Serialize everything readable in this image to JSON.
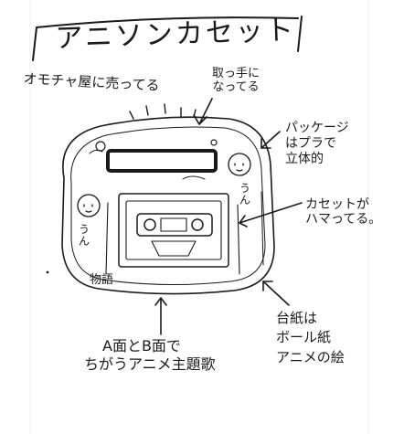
{
  "title": "アニソンカセット",
  "subtitle": "オモチャ屋に売ってる",
  "annotations": {
    "handle": {
      "line1": "取っ手に",
      "line2": "なってる"
    },
    "package": {
      "line1": "パッケージ",
      "line2": "はプラで",
      "line3": "立体的"
    },
    "cassette": {
      "line1": "カセットが",
      "line2": "ハマってる。"
    },
    "backing": {
      "line1": "台紙は",
      "line2": "ボール紙",
      "line3": "アニメの絵"
    },
    "songs": {
      "line1": "A面とB面で",
      "line2": "ちがうアニメ主題歌"
    },
    "story": "物語",
    "un_left": "うん",
    "un_right": "うん"
  },
  "colors": {
    "ink": "#1a1a1a",
    "paper": "#ffffff",
    "rule": "#ececec"
  }
}
